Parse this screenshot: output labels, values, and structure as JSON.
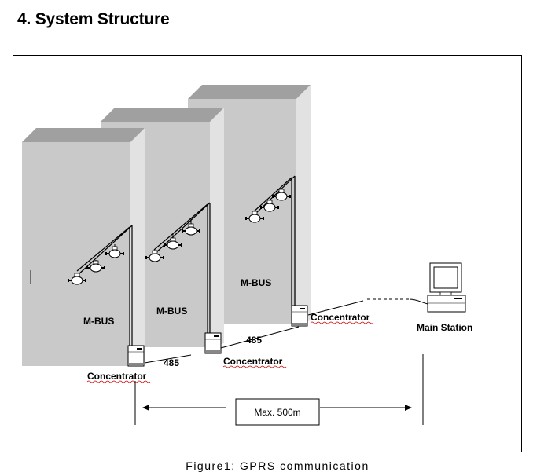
{
  "heading": "4. System Structure",
  "labels": {
    "mbus_1": "M-BUS",
    "mbus_2": "M-BUS",
    "mbus_3": "M-BUS",
    "concentrator_1": "Concentrator",
    "concentrator_2": "Concentrator",
    "concentrator_3": "Concentrator",
    "link_485_1": "485",
    "link_485_2": "485",
    "main_station": "Main Station",
    "distance": "Max. 500m"
  },
  "caption": "Figure1:  GPRS  communication",
  "colors": {
    "building_front": "#c8c8c8",
    "building_top": "#a0a0a0",
    "building_side": "#e0e0e0",
    "squiggle": "#cc0000"
  }
}
